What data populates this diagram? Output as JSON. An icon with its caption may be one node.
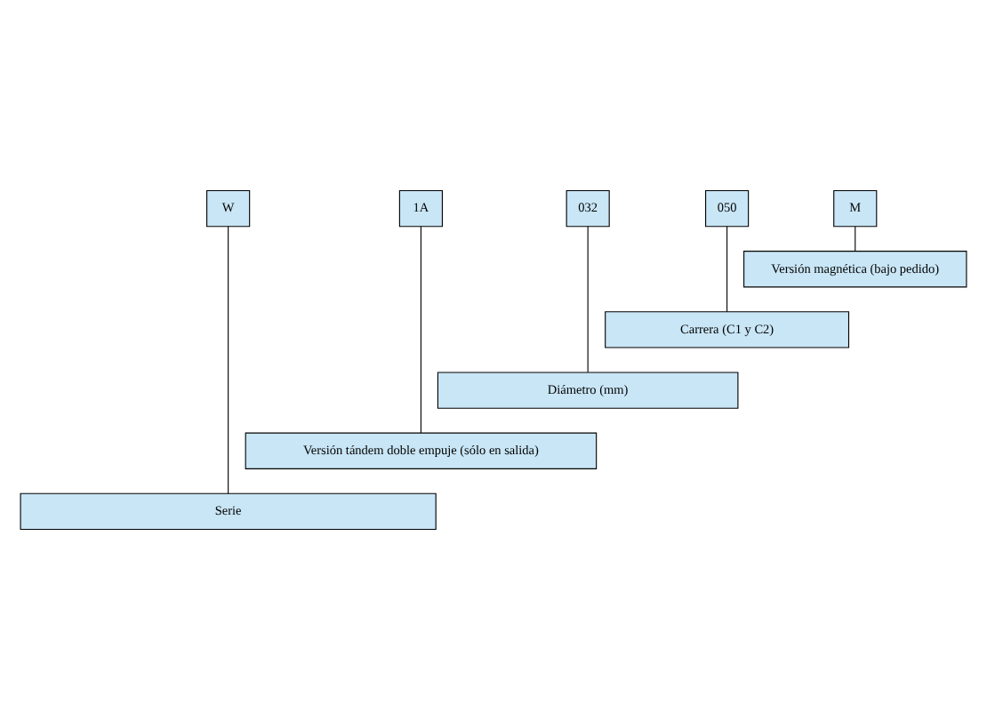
{
  "diagram": {
    "nodes": [
      {
        "text": [
          "W"
        ]
      },
      {
        "text": [
          "1A"
        ]
      },
      {
        "text": [
          "032"
        ]
      },
      {
        "text": [
          "050"
        ]
      },
      {
        "text": [
          "M"
        ]
      },
      {
        "text": [
          "Versión magnética (bajo pedido)"
        ]
      },
      {
        "text": [
          "Carrera (C1 y C2)"
        ]
      },
      {
        "text": [
          "Diámetro (mm)"
        ]
      },
      {
        "text": [
          "Versión tándem doble empuje (sólo en salida)"
        ]
      },
      {
        "text": [
          "Serie"
        ]
      }
    ],
    "edges": [
      {
        "from": 0,
        "to": 9,
        "arrow": "none"
      },
      {
        "from": 1,
        "to": 8,
        "arrow": "none"
      },
      {
        "from": 2,
        "to": 7,
        "arrow": "none"
      },
      {
        "from": 3,
        "to": 6,
        "arrow": "none"
      },
      {
        "from": 4,
        "to": 5,
        "arrow": "none"
      }
    ]
  }
}
